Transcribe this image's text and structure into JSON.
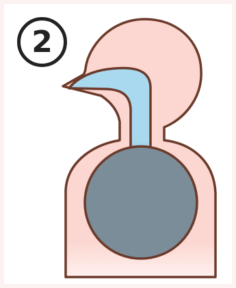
{
  "step_marker": "2",
  "colors": {
    "background_tint": "#fdf2f2",
    "body_fill": "#fcd6d0",
    "outline": "#6b3a2a",
    "airway_fill": "#a9d9ef",
    "lung_fill": "#7a8d98",
    "marker_ink": "#222222"
  },
  "figure": {
    "parts": [
      "head",
      "nose",
      "neck",
      "torso",
      "airway",
      "lung"
    ]
  }
}
